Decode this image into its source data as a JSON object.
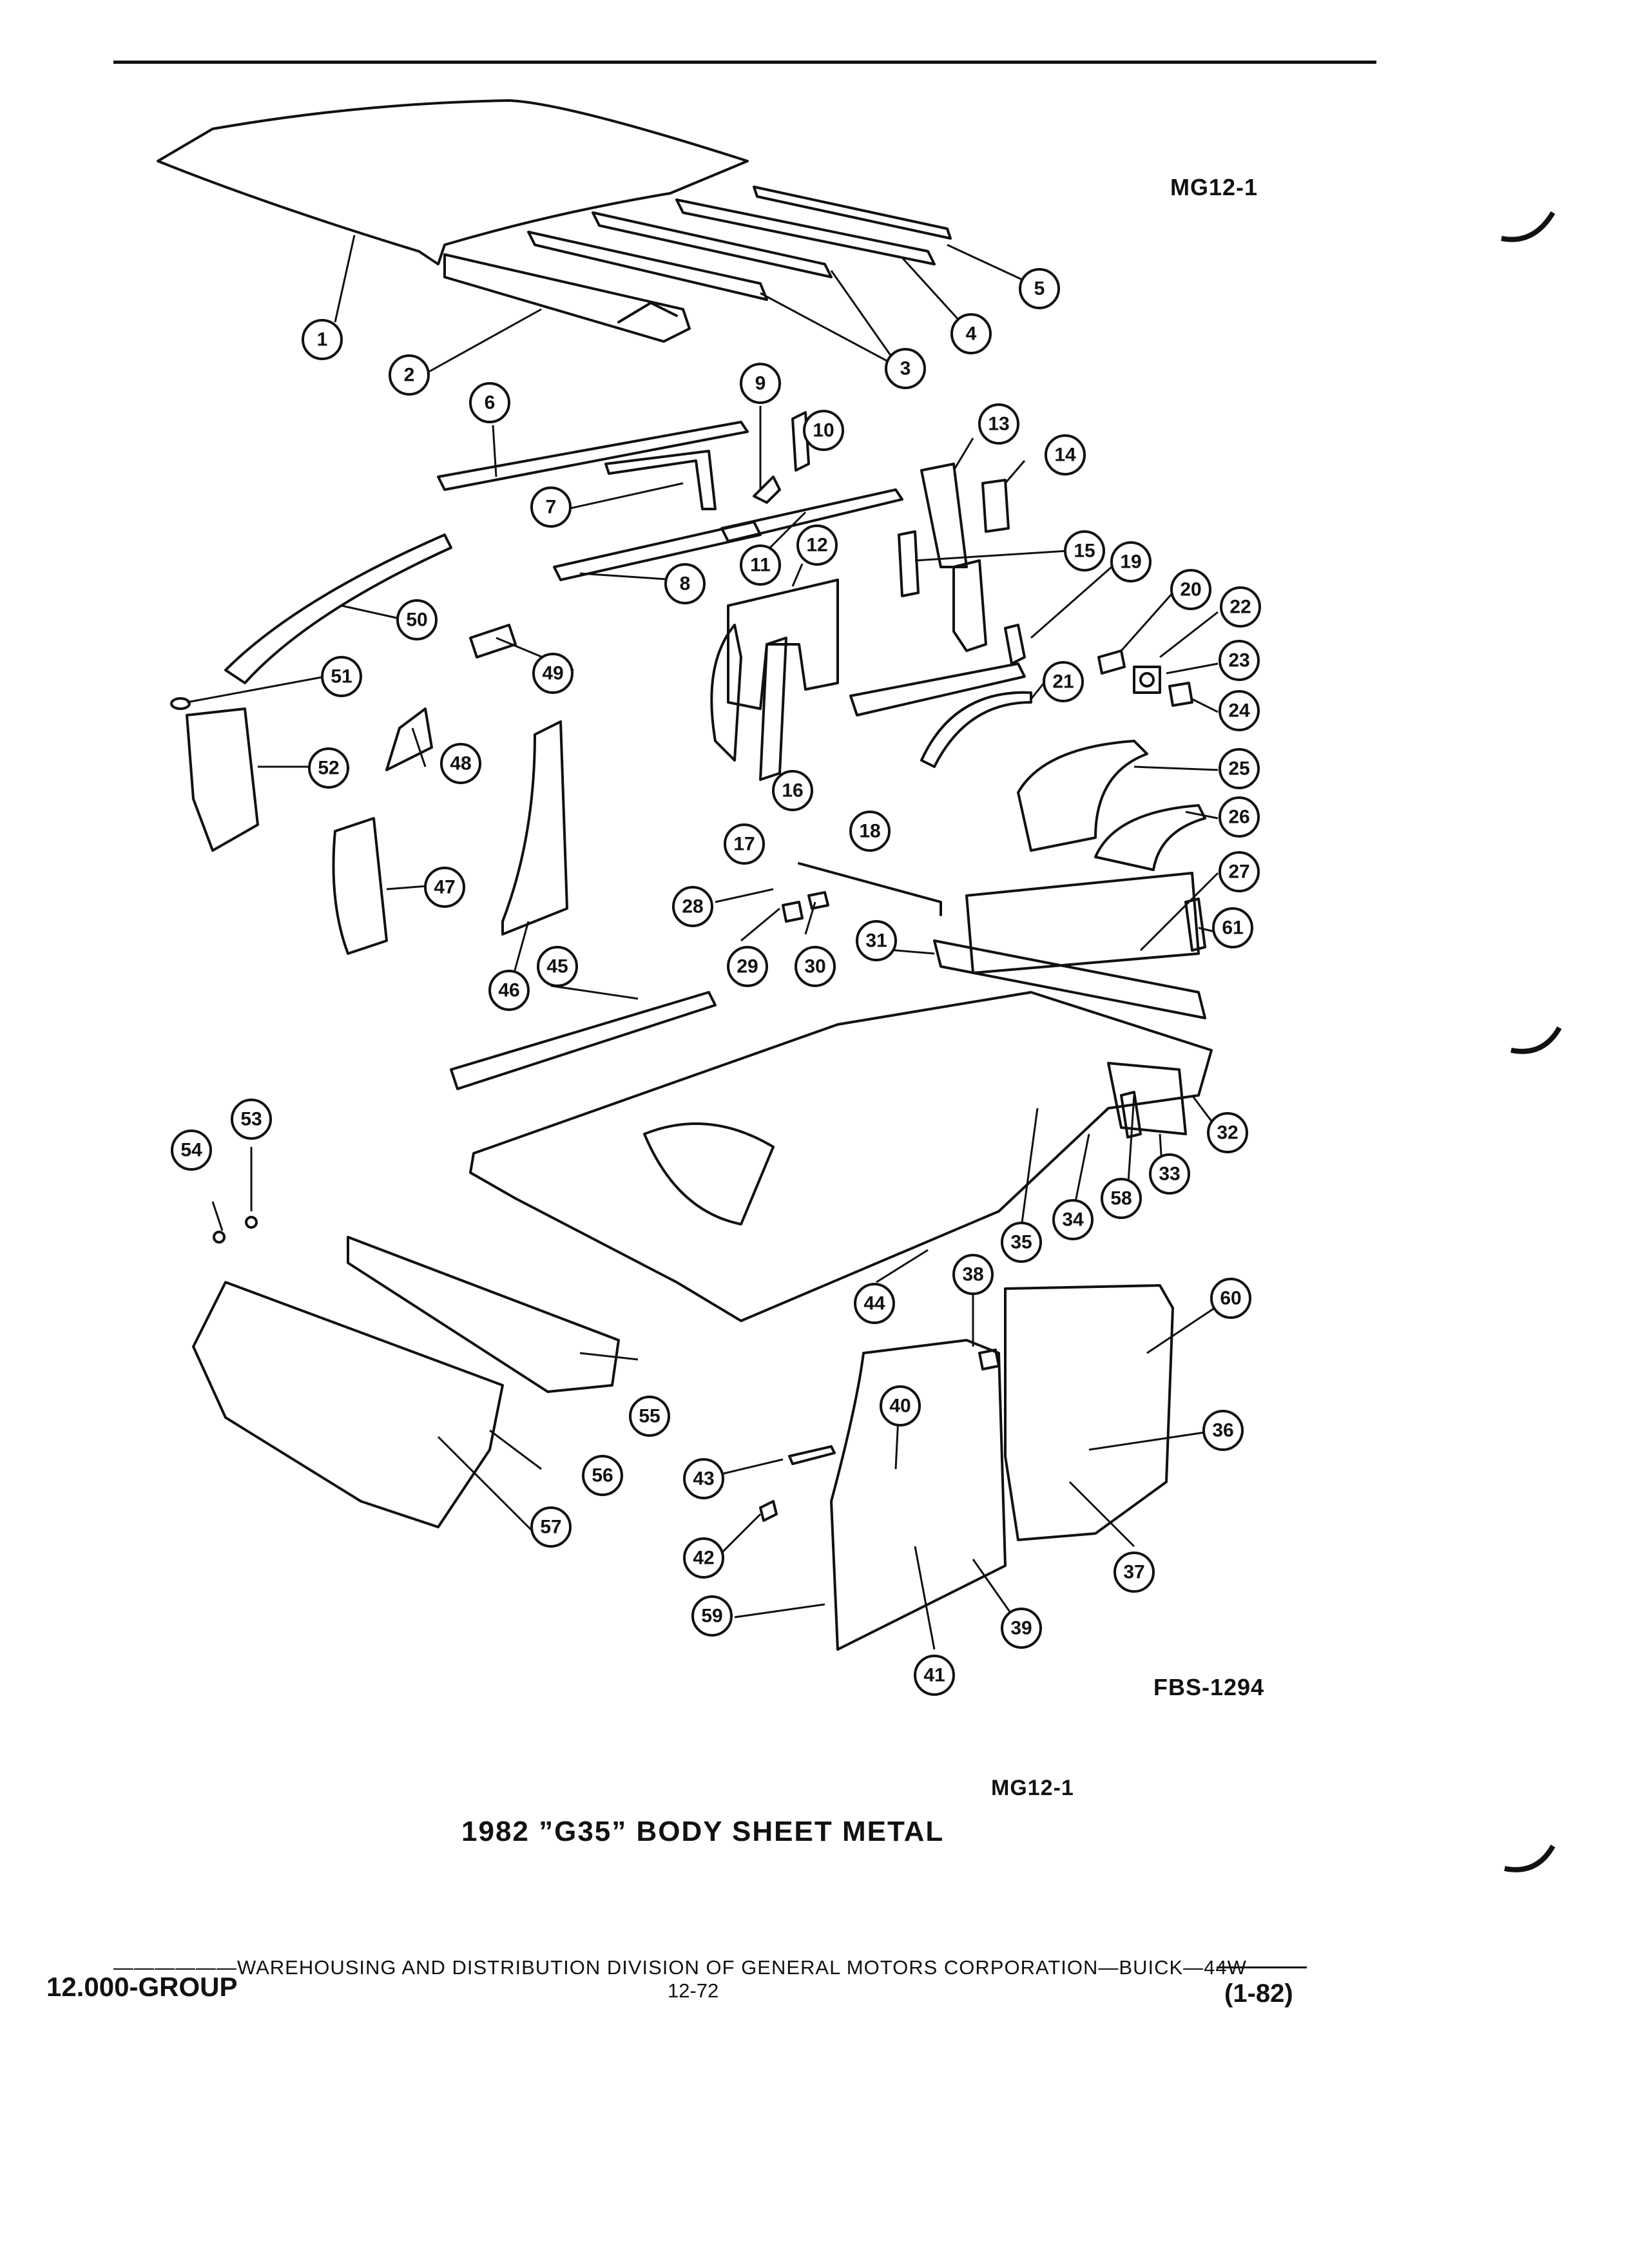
{
  "header": {
    "ref_top": "MG12-1"
  },
  "diagram": {
    "figure_id": "FBS-1294",
    "ref_bottom": "MG12-1",
    "callouts": [
      "1",
      "2",
      "3",
      "4",
      "5",
      "6",
      "7",
      "8",
      "9",
      "10",
      "11",
      "12",
      "13",
      "14",
      "15",
      "16",
      "17",
      "18",
      "19",
      "20",
      "21",
      "22",
      "23",
      "24",
      "25",
      "26",
      "27",
      "28",
      "29",
      "30",
      "31",
      "32",
      "33",
      "34",
      "35",
      "36",
      "37",
      "38",
      "39",
      "40",
      "41",
      "42",
      "43",
      "44",
      "45",
      "46",
      "47",
      "48",
      "49",
      "50",
      "51",
      "52",
      "53",
      "54",
      "55",
      "56",
      "57",
      "58",
      "59",
      "60",
      "61"
    ]
  },
  "caption": "1982 ”G35” BODY SHEET METAL",
  "footer": {
    "line": "WAREHOUSING AND DISTRIBUTION  DIVISION OF GENERAL MOTORS CORPORATION—BUICK—44W",
    "group": "12.000-GROUP",
    "page": "12-72",
    "date": "(1-82)"
  }
}
